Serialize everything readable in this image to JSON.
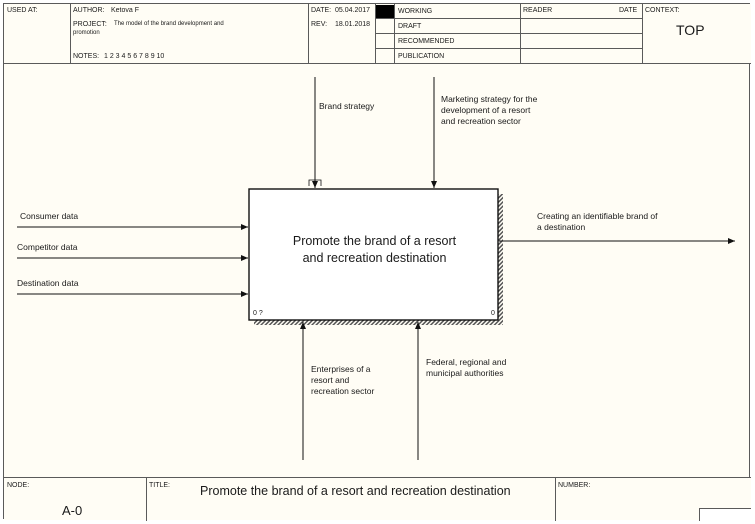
{
  "header": {
    "used_at_label": "USED AT:",
    "author_label": "AUTHOR:",
    "author": "Ketova F",
    "project_label": "PROJECT:",
    "project_line1": "The model of the brand development  and",
    "project_line2": "promotion",
    "notes_label": "NOTES:",
    "notes": "1  2  3  4  5  6  7  8  9  10",
    "date_label": "DATE:",
    "date": "05.04.2017",
    "rev_label": "REV:",
    "rev": "18.01.2018",
    "status": [
      "WORKING",
      "DRAFT",
      "RECOMMENDED",
      "PUBLICATION"
    ],
    "reader_label": "READER",
    "reader_date_label": "DATE",
    "context_label": "CONTEXT:",
    "context": "TOP"
  },
  "diagram": {
    "box_title_line1": "Promote the brand of a resort",
    "box_title_line2": "and recreation destination",
    "box_corner_left": "0 ?",
    "box_corner_right": "0",
    "controls": [
      {
        "label": "Brand strategy"
      },
      {
        "label_lines": [
          "Marketing strategy for the",
          "development of a resort",
          "and recreation sector"
        ]
      }
    ],
    "inputs": [
      "Consumer data",
      "Competitor data",
      "Destination data"
    ],
    "output_lines": [
      "Creating an identifiable brand of",
      "a destination"
    ],
    "mechanisms": [
      {
        "label_lines": [
          "Enterprises of a",
          "resort and",
          "recreation sector"
        ]
      },
      {
        "label_lines": [
          "Federal, regional and",
          "municipal authorities"
        ]
      }
    ]
  },
  "footer": {
    "node_label": "NODE:",
    "node": "A-0",
    "title_label": "TITLE:",
    "title": "Promote the brand of a resort  and recreation destination",
    "number_label": "NUMBER:"
  }
}
